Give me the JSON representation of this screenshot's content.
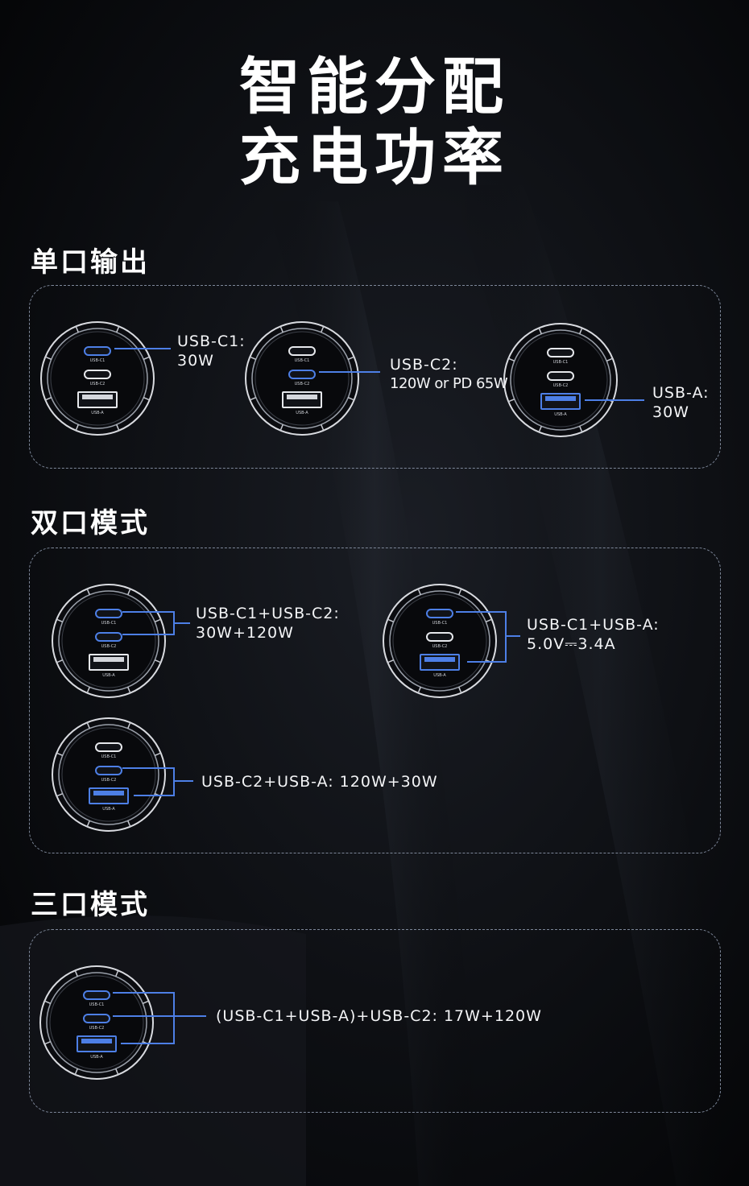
{
  "title": {
    "line1": "智能分配",
    "line2": "充电功率"
  },
  "port_labels": {
    "c1": "USB-C1",
    "c2": "USB-C2",
    "a": "USB-A"
  },
  "accent_color": "#4d7fe6",
  "sections": {
    "single": {
      "heading": "单口输出",
      "items": [
        {
          "name": "USB-C1:",
          "value": "30W"
        },
        {
          "name": "USB-C2:",
          "value": "120W or PD 65W"
        },
        {
          "name": "USB-A:",
          "value": "30W"
        }
      ]
    },
    "dual": {
      "heading": "双口模式",
      "items": [
        {
          "name": "USB-C1+USB-C2:",
          "value": "30W+120W"
        },
        {
          "name": "USB-C1+USB-A:",
          "value": "5.0V⎓3.4A"
        },
        {
          "name": "USB-C2+USB-A: 120W+30W",
          "value": ""
        }
      ]
    },
    "triple": {
      "heading": "三口模式",
      "items": [
        {
          "name": "(USB-C1+USB-A)+USB-C2: 17W+120W",
          "value": ""
        }
      ]
    }
  }
}
